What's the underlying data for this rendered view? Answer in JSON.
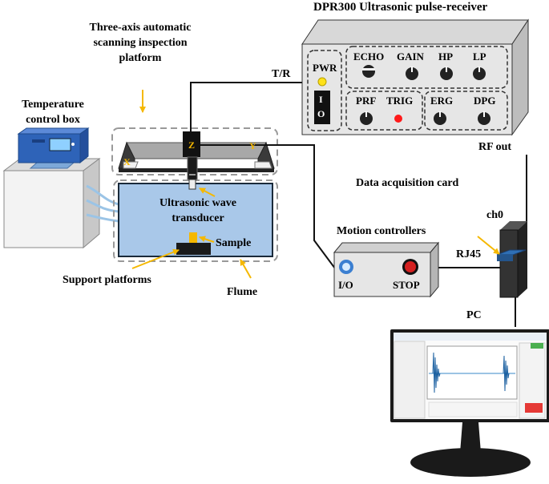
{
  "title": "DPR300 Ultrasonic pulse-receiver",
  "labels": {
    "platform": [
      "Three-axis automatic",
      "scanning inspection",
      "platform"
    ],
    "temperature": [
      "Temperature",
      "control box"
    ],
    "tr": "T/R",
    "rf_out": "RF out",
    "transducer": [
      "Ultrasonic wave",
      "transducer"
    ],
    "sample": "Sample",
    "support": "Support platforms",
    "flume": "Flume",
    "daq": "Data acquisition card",
    "ch0": "ch0",
    "motion": "Motion controllers",
    "rj45": "RJ45",
    "pc": "PC"
  },
  "axes": {
    "x": "X",
    "y": "Y",
    "z": "Z"
  },
  "pulser": {
    "pwr": "PWR",
    "switch": [
      "I",
      "O"
    ],
    "echo": "ECHO",
    "gain": "GAIN",
    "hp": "HP",
    "lp": "LP",
    "prf": "PRF",
    "trig": "TRIG",
    "erg": "ERG",
    "dpg": "DPG"
  },
  "controller": {
    "io": "I/O",
    "stop": "STOP"
  },
  "colors": {
    "water": "#a9c8e9",
    "device_front": "#e6e6e6",
    "device_side": "#bdbdbd",
    "arrow": "#f5b800",
    "pwr_led": "#ffe21a",
    "trig_led": "#ff1a1a",
    "daq_card": "#2f6fb5",
    "io_button": "#3b7fd1",
    "stop_button": "#d42020",
    "temp_box_top": "#2e63b8"
  }
}
